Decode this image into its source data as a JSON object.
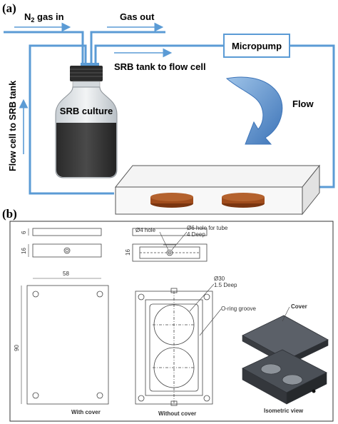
{
  "panel_a": {
    "label": "(a)",
    "n2_prefix": "N",
    "n2_sub": "2",
    "n2_suffix": " gas in",
    "gas_out": "Gas out",
    "micropump": "Micropump",
    "tank_to_cell": "SRB tank to flow cell",
    "flow": "Flow",
    "bottle_label": "SRB culture",
    "cell_to_tank": "Flow cell to SRB tank",
    "colors": {
      "tubing": "#5b9bd5",
      "liquid": "#3a3a3a",
      "coupon": "#9c4a1a",
      "flow_arrow": "#4f81bd"
    }
  },
  "panel_b": {
    "label": "(b)",
    "dim_6": "6",
    "dim_16": "16",
    "dim_58": "58",
    "dim_90": "90",
    "dim_16b": "16",
    "hole_4": "Ø4 hole",
    "hole_6_line1": "Ø6 hole for tube",
    "hole_6_line2": "4 Deep",
    "circle_30_line1": "Ø30",
    "circle_30_line2": "1.5 Deep",
    "oring": "O-ring groove",
    "cover": "Cover",
    "cap_with_cover": "With cover",
    "cap_without_cover": "Without cover",
    "cap_isometric": "Isometric view"
  }
}
